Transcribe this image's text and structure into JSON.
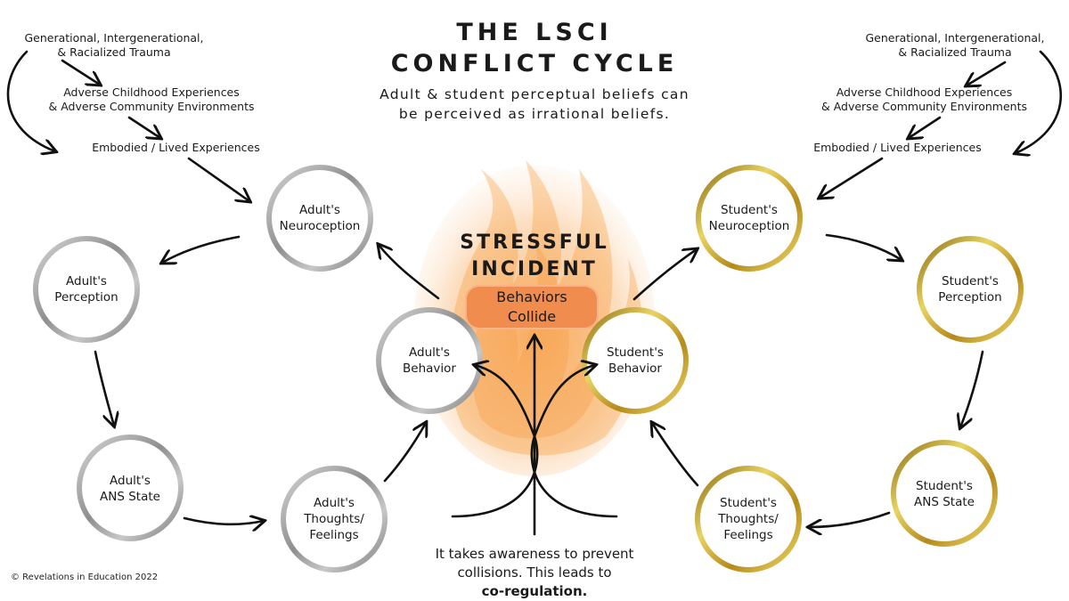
{
  "title": {
    "line1": "THE LSCI",
    "line2": "CONFLICT CYCLE"
  },
  "subtitle": {
    "line1": "Adult & student perceptual beliefs can",
    "line2": "be perceived as irrational beliefs."
  },
  "trauma_chain": {
    "trauma_line1": "Generational, Intergenerational,",
    "trauma_line2": "& Racialized Trauma",
    "ace_line1": "Adverse Childhood Experiences",
    "ace_line2": "& Adverse Community Environments",
    "embodied": "Embodied / Lived Experiences"
  },
  "adult_nodes": {
    "neuroception": {
      "line1": "Adult's",
      "line2": "Neuroception"
    },
    "perception": {
      "line1": "Adult's",
      "line2": "Perception"
    },
    "ans_state": {
      "line1": "Adult's",
      "line2": "ANS State"
    },
    "thoughts": {
      "line1": "Adult's",
      "line2": "Thoughts/",
      "line3": "Feelings"
    },
    "behavior": {
      "line1": "Adult's",
      "line2": "Behavior"
    }
  },
  "student_nodes": {
    "neuroception": {
      "line1": "Student's",
      "line2": "Neuroception"
    },
    "perception": {
      "line1": "Student's",
      "line2": "Perception"
    },
    "ans_state": {
      "line1": "Student's",
      "line2": "ANS State"
    },
    "thoughts": {
      "line1": "Student's",
      "line2": "Thoughts/",
      "line3": "Feelings"
    },
    "behavior": {
      "line1": "Student's",
      "line2": "Behavior"
    }
  },
  "incident": {
    "line1": "STRESSFUL",
    "line2": "INCIDENT",
    "collide_line1": "Behaviors",
    "collide_line2": "Collide"
  },
  "bottom_note": {
    "line1": "It takes awareness to prevent",
    "line2": "collisions. This leads to",
    "line3": "co-regulation."
  },
  "copyright": "© Revelations in Education 2022",
  "colors": {
    "adult_ring": "#9a9a9a",
    "student_ring": "#c9a227",
    "collide_box": "#f08c4e",
    "flame": "#f59a3a"
  }
}
